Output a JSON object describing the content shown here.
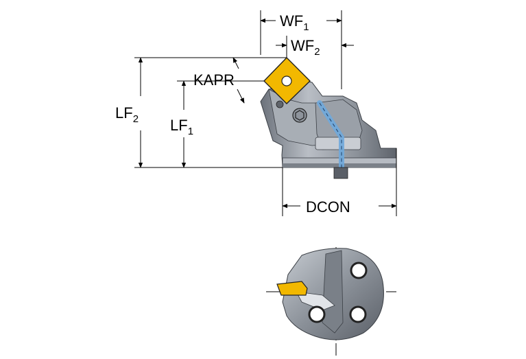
{
  "labels": {
    "wf1": "WF",
    "wf1_sub": "1",
    "wf2": "WF",
    "wf2_sub": "2",
    "kapr": "KAPR",
    "lf2": "LF",
    "lf2_sub": "2",
    "lf1": "LF",
    "lf1_sub": "1",
    "dcon": "DCON"
  },
  "colors": {
    "insert": "#f2b800",
    "body": "#8a9099",
    "body_light": "#c2c7cd",
    "body_dark": "#4a4f57",
    "coolant": "#6fa8dc",
    "line": "#000000"
  }
}
